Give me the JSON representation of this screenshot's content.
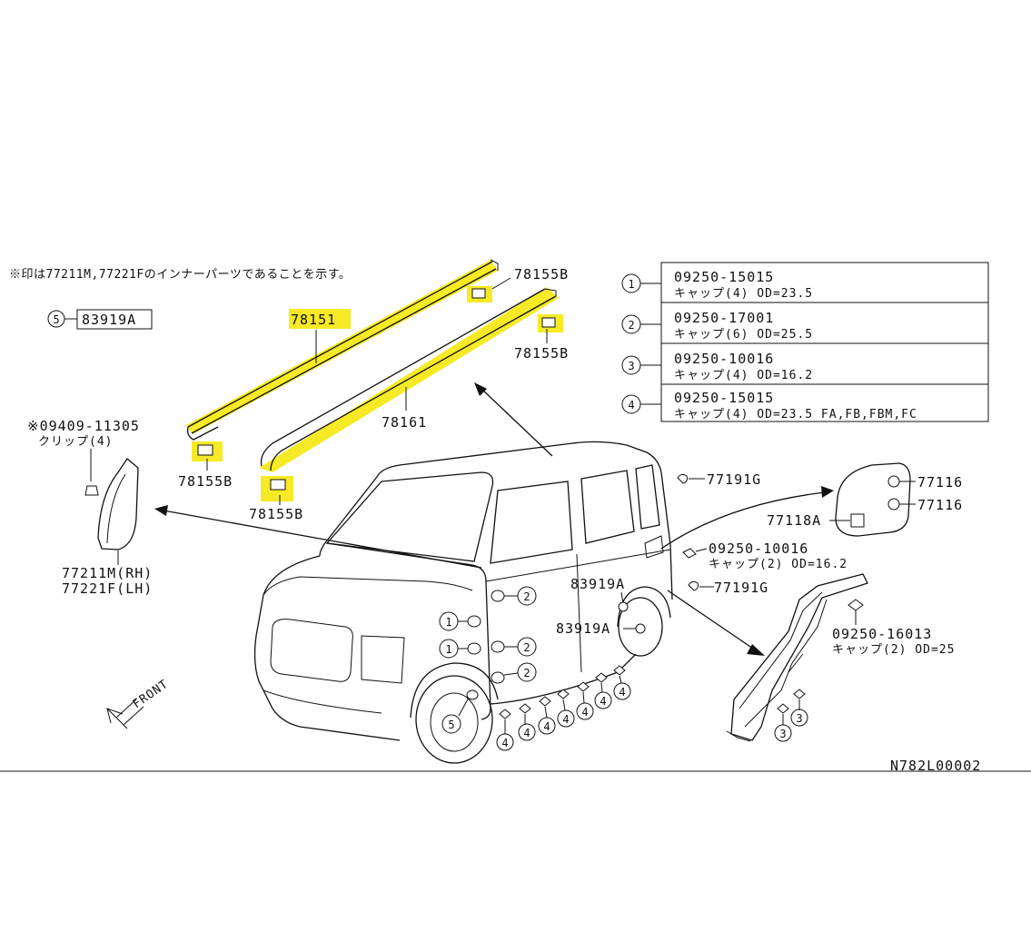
{
  "note": "※印は77211M,77221Fのインナーパーツであることを示す。",
  "diagram_code": "N782L00002",
  "front_label": "FRONT",
  "legend": [
    {
      "num": "1",
      "part": "09250-15015",
      "desc": "キャップ(4) OD=23.5"
    },
    {
      "num": "2",
      "part": "09250-17001",
      "desc": "キャップ(6) OD=25.5"
    },
    {
      "num": "3",
      "part": "09250-10016",
      "desc": "キャップ(4) OD=16.2"
    },
    {
      "num": "4",
      "part": "09250-15015",
      "desc": "キャップ(4) OD=23.5 FA,FB,FBM,FC"
    }
  ],
  "item5": {
    "num": "5",
    "part": "83919A"
  },
  "labels": {
    "p78151": "78151",
    "p78161": "78161",
    "p78155b_1": "78155B",
    "p78155b_2": "78155B",
    "p78155b_3": "78155B",
    "p78155b_4": "78155B",
    "p09409": "※09409-11305",
    "p09409_desc": "クリップ(4)",
    "p77211m": "77211M(RH)",
    "p77221f": "77221F(LH)",
    "p77191g_1": "77191G",
    "p77191g_2": "77191G",
    "p77116_1": "77116",
    "p77116_2": "77116",
    "p77118a": "77118A",
    "p09250_10016": "09250-10016",
    "p09250_10016_desc": "キャップ(2) OD=16.2",
    "p83919a_1": "83919A",
    "p83919a_2": "83919A",
    "p09250_16013": "09250-16013",
    "p09250_16013_desc": "キャップ(2) OD=25"
  },
  "callout_numbers": {
    "c1a": "1",
    "c1b": "1",
    "c2a": "2",
    "c2b": "2",
    "c2c": "2",
    "c3a": "3",
    "c3b": "3",
    "c4a": "4",
    "c4b": "4",
    "c4c": "4",
    "c4d": "4",
    "c4e": "4",
    "c4f": "4",
    "c4g": "4",
    "c5": "5"
  },
  "highlight_color": "#f5e600"
}
